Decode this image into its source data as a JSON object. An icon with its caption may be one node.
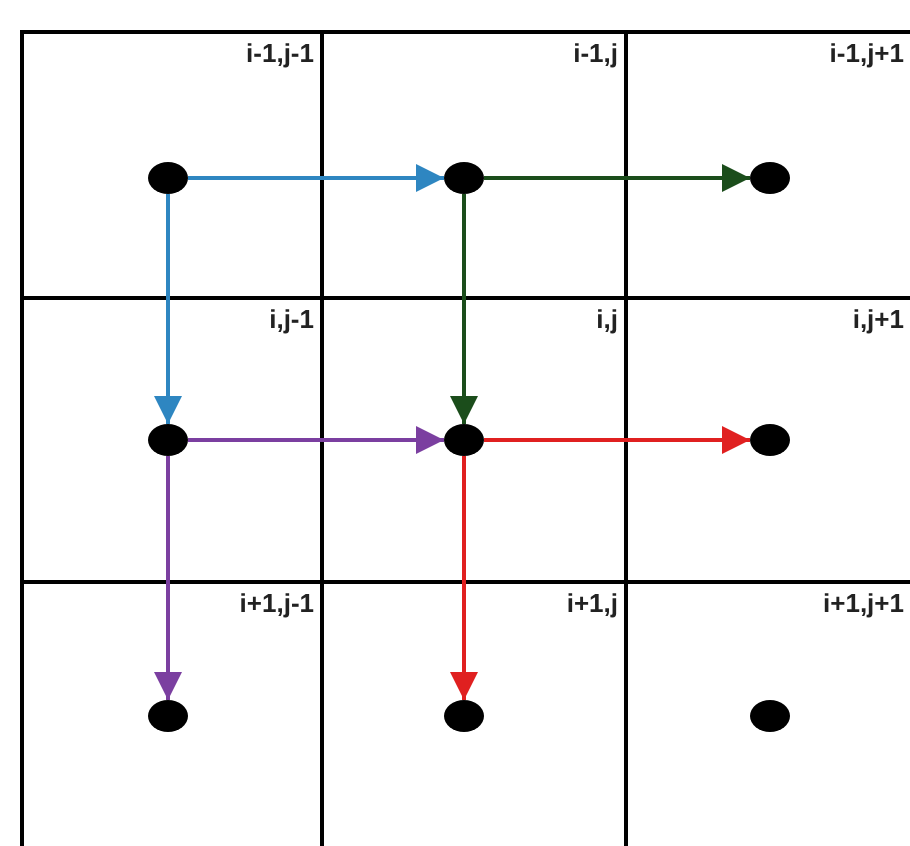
{
  "diagram": {
    "nodes": [
      {
        "text": [
          "i-1,j-1"
        ]
      },
      {
        "text": [],
        "shape": "circle",
        "in": 0
      },
      {
        "text": [
          "i-1,j"
        ]
      },
      {
        "text": [],
        "shape": "circle",
        "in": 2
      },
      {
        "text": [
          "i-1,j+1"
        ]
      },
      {
        "text": [],
        "shape": "circle",
        "in": 4
      },
      {
        "text": [
          "i,j-1"
        ]
      },
      {
        "text": [],
        "shape": "circle",
        "in": 6
      },
      {
        "text": [
          "i,j"
        ]
      },
      {
        "text": [],
        "shape": "circle",
        "in": 8
      },
      {
        "text": [
          "i,j+1"
        ]
      },
      {
        "text": [],
        "shape": "circle",
        "in": 10
      },
      {
        "text": [
          "i+1,j-1"
        ]
      },
      {
        "text": [],
        "shape": "circle",
        "in": 12
      },
      {
        "text": [
          "i+1,j"
        ]
      },
      {
        "text": [],
        "shape": "circle",
        "in": 14
      },
      {
        "text": [
          "i+1,j+1"
        ]
      },
      {
        "text": [],
        "shape": "circle",
        "in": 16
      }
    ],
    "edges": [
      {
        "from": 1,
        "to": 3,
        "arrow": "to",
        "color": "#2e86c1"
      },
      {
        "from": 1,
        "to": 7,
        "arrow": "to",
        "color": "#2e86c1"
      },
      {
        "from": 3,
        "to": 5,
        "arrow": "to",
        "color": "#1b4d1b"
      },
      {
        "from": 3,
        "to": 9,
        "arrow": "to",
        "color": "#1b4d1b"
      },
      {
        "from": 7,
        "to": 9,
        "arrow": "to",
        "color": "#7b3fa0"
      },
      {
        "from": 7,
        "to": 13,
        "arrow": "to",
        "color": "#7b3fa0"
      },
      {
        "from": 9,
        "to": 11,
        "arrow": "to",
        "color": "#e02020"
      },
      {
        "from": 9,
        "to": 15,
        "arrow": "to",
        "color": "#e02020"
      }
    ]
  }
}
